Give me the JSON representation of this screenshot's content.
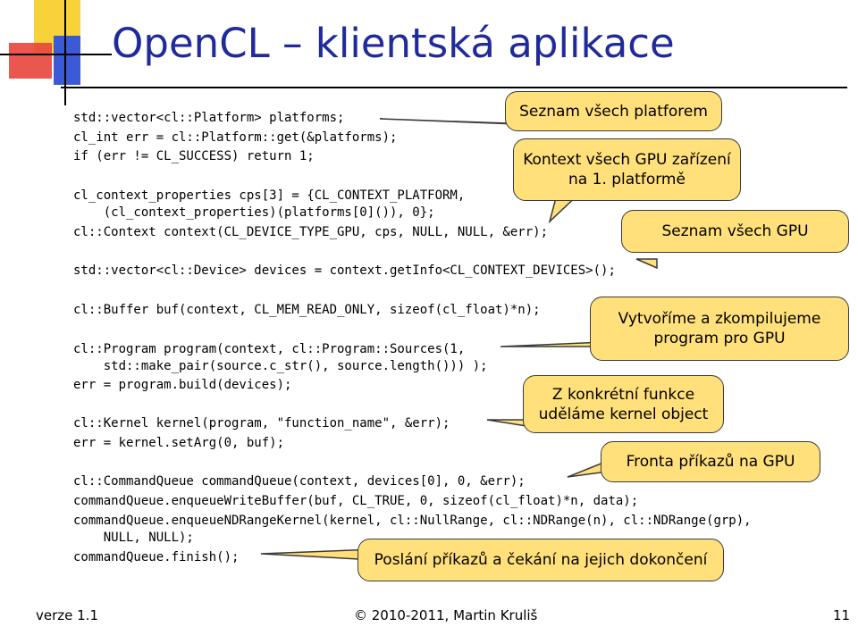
{
  "slide": {
    "title": "OpenCL – klientská aplikace",
    "code_lines": [
      "std::vector<cl::Platform> platforms;",
      "cl_int err = cl::Platform::get(&platforms);",
      "if (err != CL_SUCCESS) return 1;",
      "cl_context_properties cps[3] = {CL_CONTEXT_PLATFORM,",
      "    (cl_context_properties)(platforms[0]()), 0};",
      "cl::Context context(CL_DEVICE_TYPE_GPU, cps, NULL, NULL, &err);",
      "std::vector<cl::Device> devices = context.getInfo<CL_CONTEXT_DEVICES>();",
      "cl::Buffer buf(context, CL_MEM_READ_ONLY, sizeof(cl_float)*n);",
      "cl::Program program(context, cl::Program::Sources(1,",
      "    std::make_pair(source.c_str(), source.length())) );",
      "err = program.build(devices);",
      "cl::Kernel kernel(program, \"function_name\", &err);",
      "err = kernel.setArg(0, buf);",
      "cl::CommandQueue commandQueue(context, devices[0], 0, &err);",
      "commandQueue.enqueueWriteBuffer(buf, CL_TRUE, 0, sizeof(cl_float)*n, data);",
      "commandQueue.enqueueNDRangeKernel(kernel, cl::NullRange, cl::NDRange(n), cl::NDRange(grp),",
      "    NULL, NULL);",
      "commandQueue.finish();"
    ],
    "callouts": {
      "platforms": "Seznam všech platforem",
      "context_line1": "Kontext všech GPU zařízení",
      "context_line2": "na 1. platformě",
      "devices": "Seznam všech GPU",
      "compile_line1": "Vytvoříme a zkompilujeme",
      "compile_line2": "program pro GPU",
      "kernel_line1": "Z konkrétní funkce",
      "kernel_line2": "uděláme kernel object",
      "queue": "Fronta příkazů na GPU",
      "finish": "Poslání příkazů a čekání na jejich dokončení"
    },
    "footer": {
      "version": "verze 1.1",
      "copyright": "© 2010-2011, Martin Kruliš",
      "page": "11"
    },
    "colors": {
      "title": "#1f2b9b",
      "callout_fill": "#ffe07a",
      "logo_yellow": "#f7d23a",
      "logo_red": "#e8453c",
      "logo_blue": "#3b5bd6"
    }
  }
}
